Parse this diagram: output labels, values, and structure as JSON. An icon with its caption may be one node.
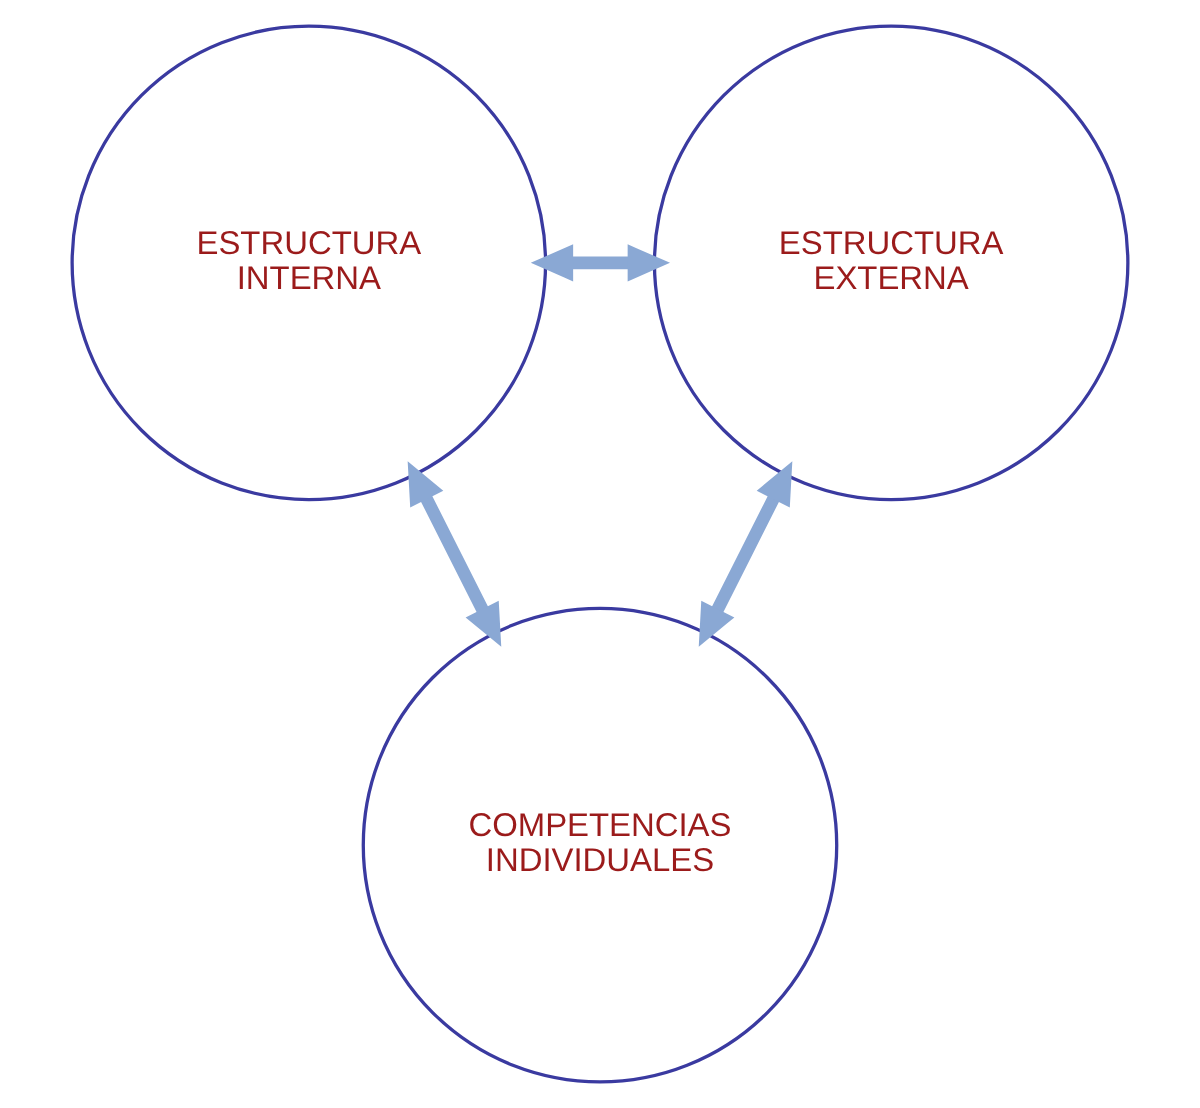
{
  "diagram": {
    "nodes": [
      {
        "text": [
          "ESTRUCTURA INTERNA"
        ]
      },
      {
        "text": [
          "ESTRUCTURA EXTERNA"
        ]
      },
      {
        "text": [
          "COMPETENCIAS INDIVIDUALES"
        ]
      }
    ],
    "edges": [
      {
        "from": 0,
        "to": 1,
        "arrow": "both"
      },
      {
        "from": 0,
        "to": 2,
        "arrow": "both"
      },
      {
        "from": 1,
        "to": 2,
        "arrow": "both"
      }
    ]
  }
}
